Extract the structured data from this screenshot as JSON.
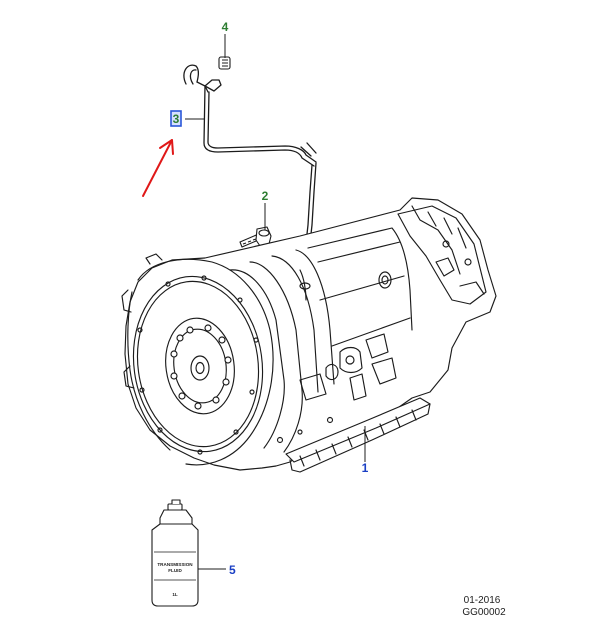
{
  "callouts": {
    "c1": "1",
    "c2": "2",
    "c3": "3",
    "c4": "4",
    "c5": "5"
  },
  "bottle": {
    "label_line1": "TRANSMISSION",
    "label_line2": "FLUID",
    "volume": "1L"
  },
  "footer": {
    "date": "01-2016",
    "code": "GG00002"
  },
  "colors": {
    "callout_green": "#2e7d32",
    "callout_blue": "#1a3fc4",
    "pointer_red": "#e01818",
    "highlight_blue": "#2a56d8",
    "line": "#1c1c1c"
  }
}
